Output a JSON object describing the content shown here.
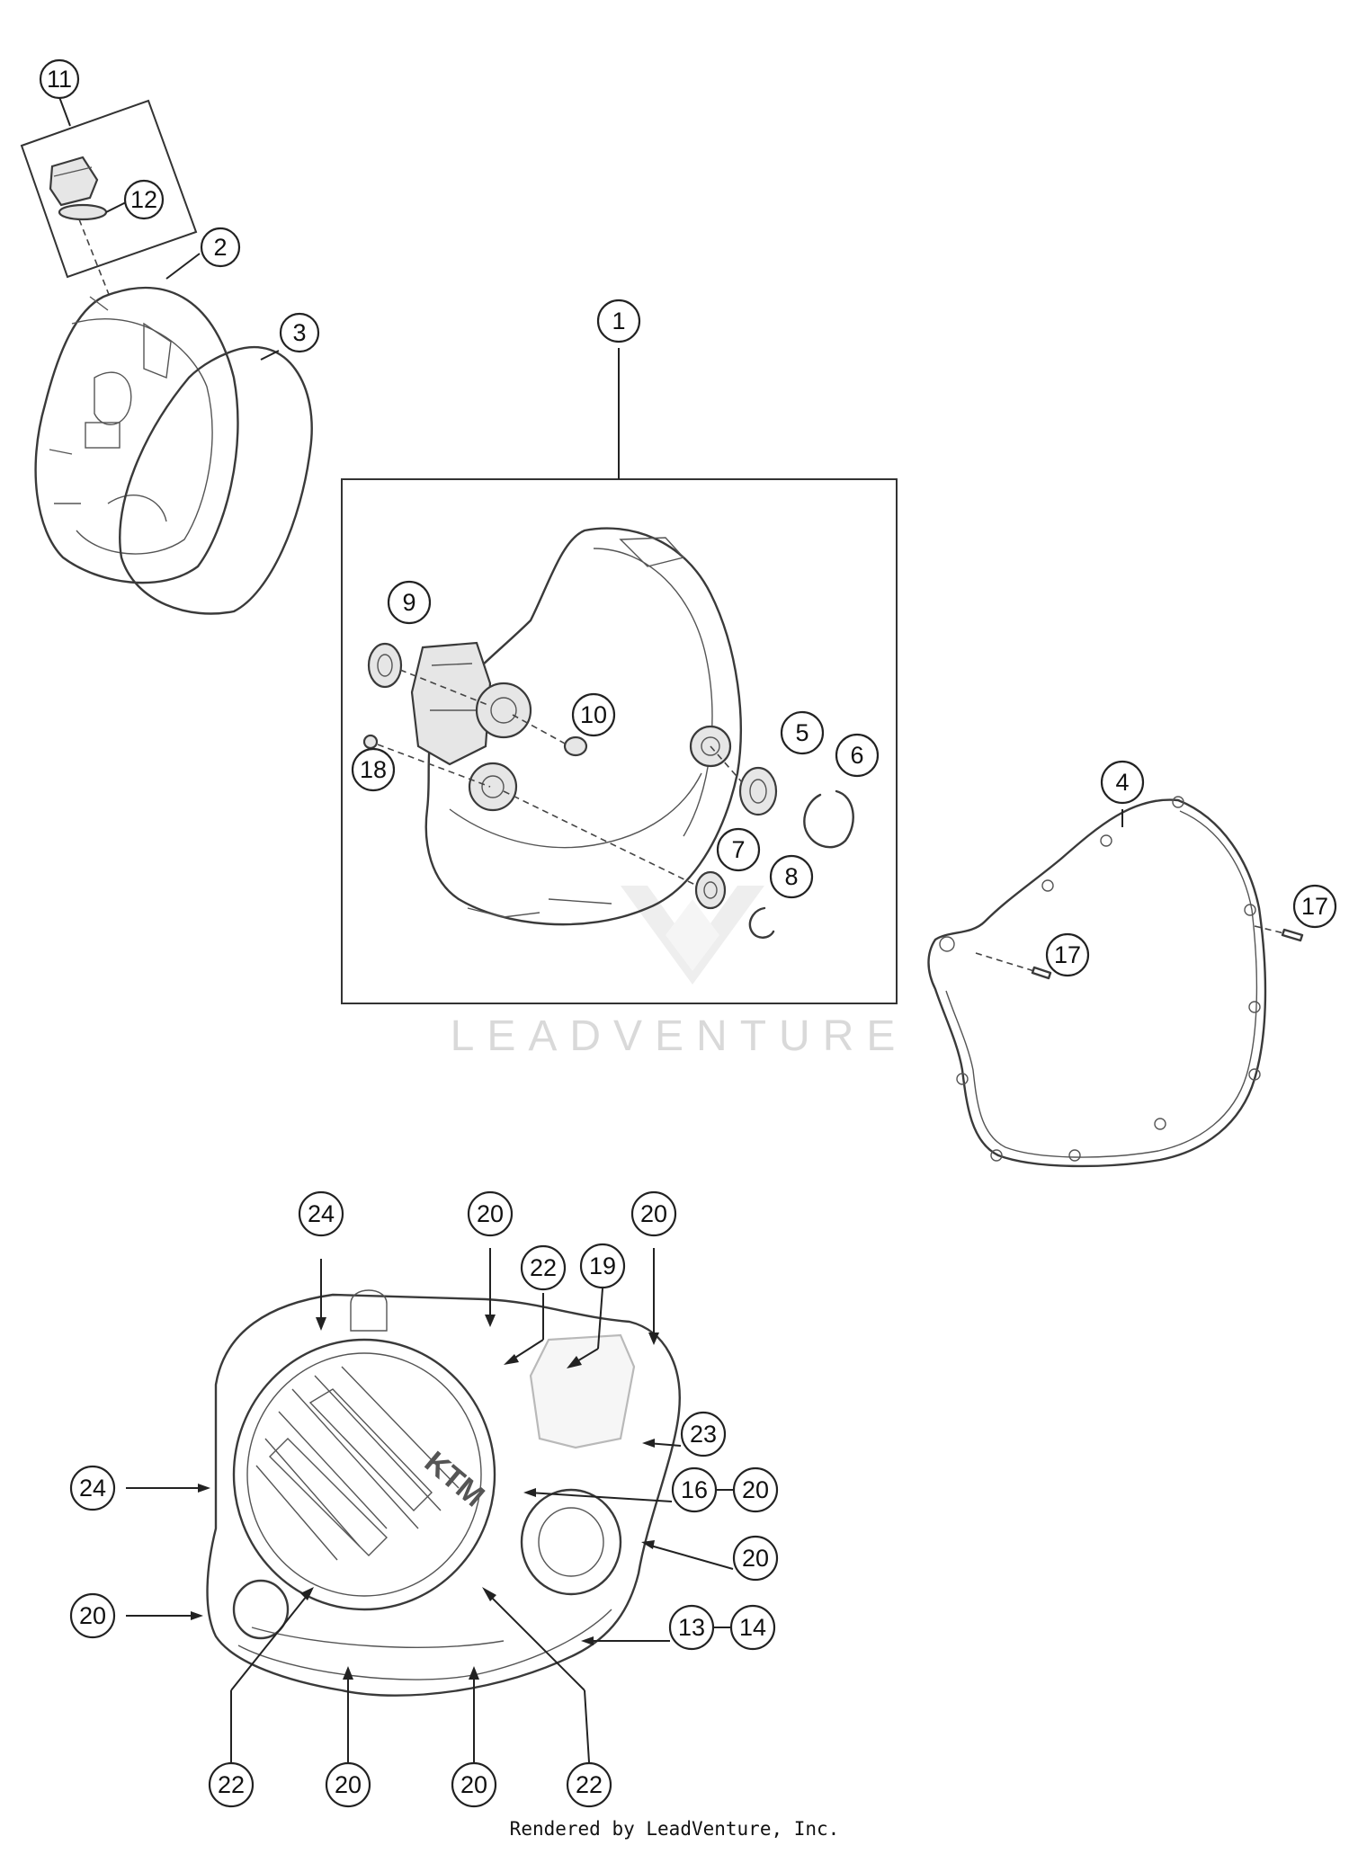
{
  "callouts": {
    "c1": "1",
    "c2": "2",
    "c3": "3",
    "c4": "4",
    "c5": "5",
    "c6": "6",
    "c7": "7",
    "c8": "8",
    "c9": "9",
    "c10": "10",
    "c11": "11",
    "c12": "12",
    "c13": "13",
    "c14": "14",
    "c16": "16",
    "c17": "17",
    "c18": "18",
    "c19": "19",
    "c20": "20",
    "c22": "22",
    "c23": "23",
    "c24": "24"
  },
  "watermark": "LEADVENTURE",
  "footer": "Rendered by LeadVenture, Inc."
}
